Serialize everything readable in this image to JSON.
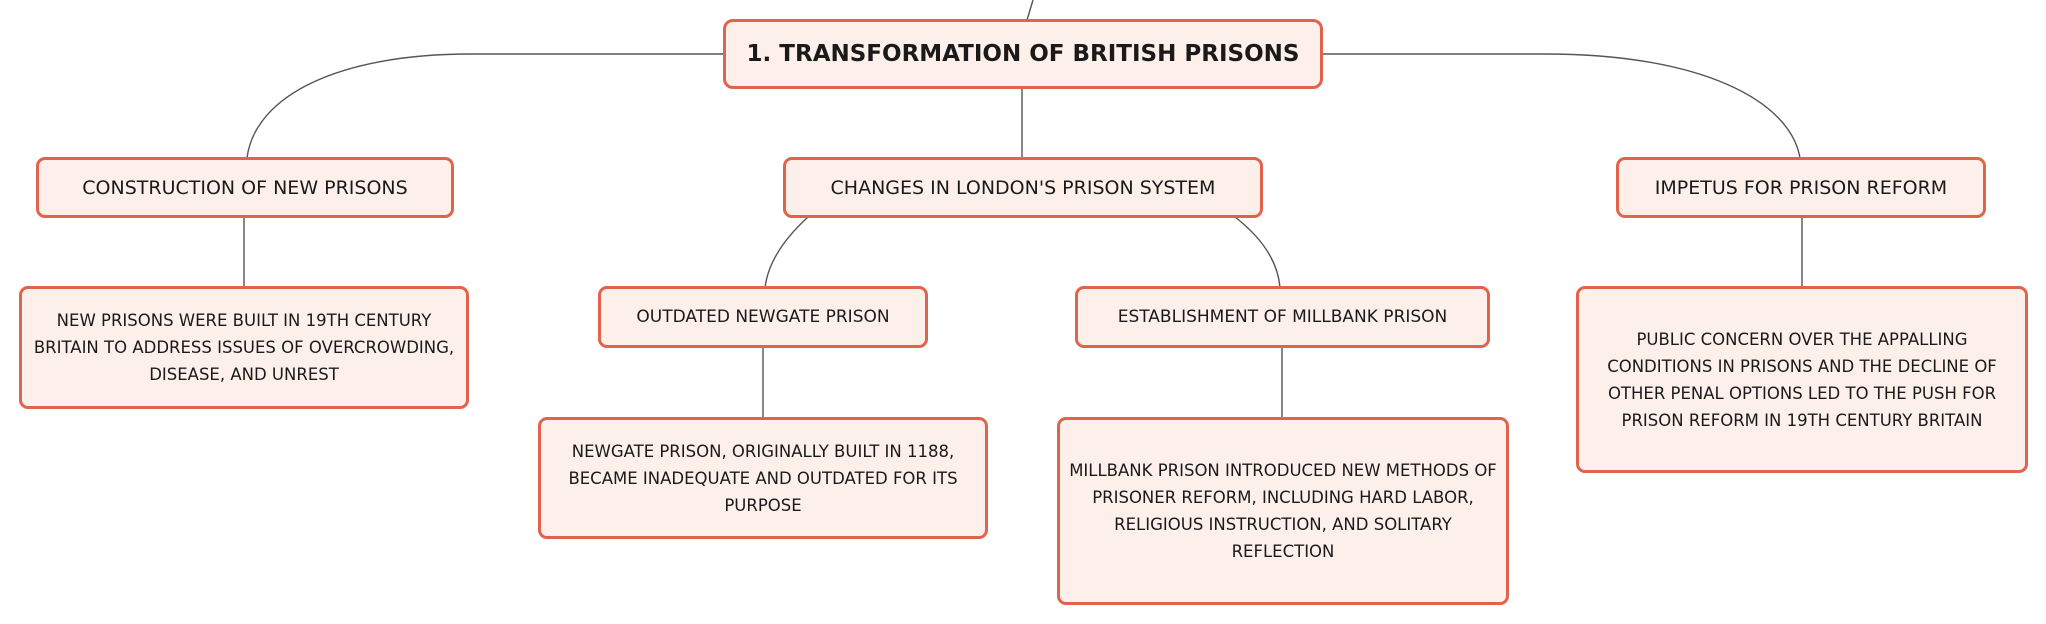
{
  "colors": {
    "node_border": "#e2634c",
    "node_fill": "#fdf0eb",
    "connector": "#555555",
    "text": "#1a1a1a"
  },
  "root": {
    "title": "1. TRANSFORMATION OF BRITISH PRISONS"
  },
  "branches": {
    "construction": {
      "title": "CONSTRUCTION OF NEW PRISONS",
      "detail": "NEW PRISONS WERE BUILT IN 19TH CENTURY BRITAIN TO ADDRESS ISSUES OF OVERCROWDING, DISEASE, AND UNREST"
    },
    "london": {
      "title": "CHANGES IN LONDON'S PRISON SYSTEM",
      "newgate": {
        "title": "OUTDATED NEWGATE PRISON",
        "detail": "NEWGATE PRISON, ORIGINALLY BUILT IN 1188, BECAME INADEQUATE AND OUTDATED FOR ITS PURPOSE"
      },
      "millbank": {
        "title": "ESTABLISHMENT OF MILLBANK PRISON",
        "detail": "MILLBANK PRISON INTRODUCED NEW METHODS OF PRISONER REFORM, INCLUDING HARD LABOR, RELIGIOUS INSTRUCTION, AND SOLITARY REFLECTION"
      }
    },
    "impetus": {
      "title": "IMPETUS FOR PRISON REFORM",
      "detail": "PUBLIC CONCERN OVER THE APPALLING CONDITIONS IN PRISONS AND THE DECLINE OF OTHER PENAL OPTIONS LED TO THE PUSH FOR PRISON REFORM IN 19TH CENTURY BRITAIN"
    }
  }
}
